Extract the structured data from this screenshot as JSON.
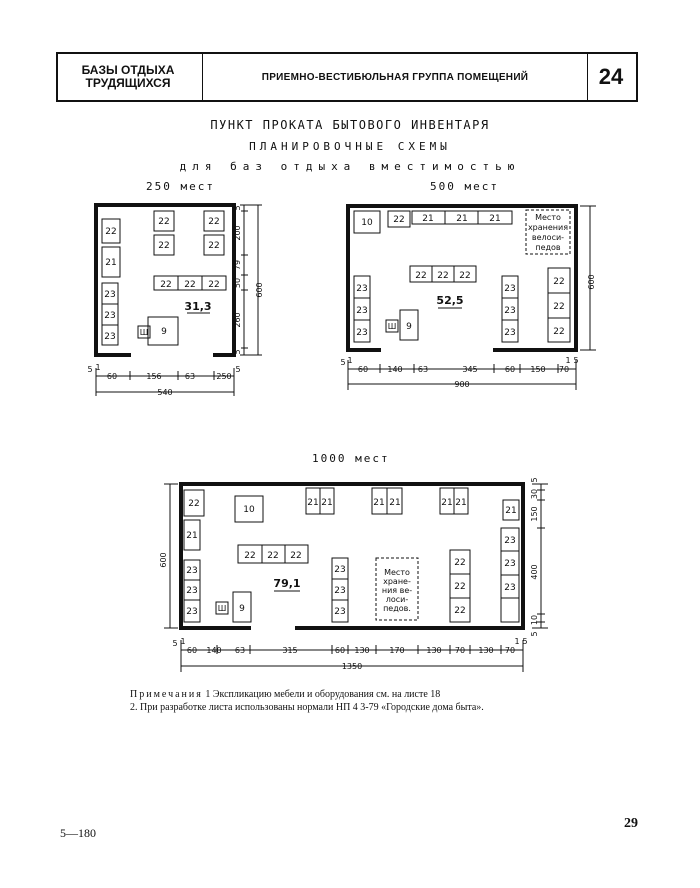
{
  "header": {
    "section_line1": "БАЗЫ ОТДЫХА",
    "section_line2": "ТРУДЯЩИХСЯ",
    "topic": "ПРИЕМНО-ВЕСТИБЮЛЬНАЯ ГРУППА ПОМЕЩЕНИЙ",
    "sheet_number": "24"
  },
  "title": {
    "line1": "ПУНКТ ПРОКАТА БЫТОВОГО ИНВЕНТАРЯ",
    "line2": "ПЛАНИРОВОЧНЫЕ СХЕМЫ",
    "line3": "для баз отдыха вместимостью"
  },
  "plans": {
    "p250": {
      "caption": "250 мест",
      "area": "31,3",
      "items": {
        "a": "22",
        "b": "22",
        "c": "22",
        "d": "22",
        "e": "22",
        "f": "21",
        "g": "22",
        "h": "22",
        "i": "22",
        "j": "23",
        "k": "23",
        "l": "23",
        "m": "9",
        "n": "Ш"
      },
      "dims_h": {
        "a": "5",
        "b": "1",
        "c": "60",
        "d": "156",
        "e": "63",
        "f": "250",
        "g": "5",
        "total": "540"
      },
      "dims_v": {
        "a": "5",
        "b": "200",
        "c": "79",
        "d": "50",
        "e": "260",
        "f": "5",
        "total": "600"
      }
    },
    "p500": {
      "caption": "500 мест",
      "area": "52,5",
      "storage_lines": [
        "Место",
        "хранения",
        "велоси-",
        "педов"
      ],
      "items": {
        "a": "10",
        "b": "22",
        "c": "21",
        "d": "21",
        "e": "21",
        "f": "22",
        "g": "22",
        "h": "22",
        "i": "23",
        "j": "23",
        "k": "23",
        "l": "23",
        "m": "23",
        "n": "23",
        "o": "22",
        "p": "22",
        "q": "22",
        "r": "9",
        "s": "Ш"
      },
      "dims_h": {
        "a": "5",
        "b": "1",
        "c": "60",
        "d": "140",
        "e": "63",
        "f": "345",
        "g": "60",
        "h": "150",
        "i": "70",
        "j": "1",
        "k": "5",
        "total": "900"
      },
      "dims_v": {
        "total": "600"
      }
    },
    "p1000": {
      "caption": "1000 мест",
      "area": "79,1",
      "storage_lines": [
        "Место",
        "хране-",
        "ния ве-",
        "лоси-",
        "педов."
      ],
      "items": {
        "a": "22",
        "b": "21",
        "c": "23",
        "d": "23",
        "e": "23",
        "f": "10",
        "g": "21",
        "h": "21",
        "i": "21",
        "j": "21",
        "k": "21",
        "l": "21",
        "m": "22",
        "n": "22",
        "o": "22",
        "p": "23",
        "q": "23",
        "r": "23",
        "s": "22",
        "t": "22",
        "u": "22",
        "v": "21",
        "w": "23",
        "x": "23",
        "y": "23",
        "z": "9",
        "sh": "Ш"
      },
      "dims_h": {
        "a": "5",
        "b": "1",
        "c": "60",
        "d": "140",
        "e": "63",
        "f": "315",
        "g": "60",
        "h": "130",
        "i": "170",
        "j": "130",
        "k": "70",
        "l": "130",
        "m": "70",
        "n": "1",
        "o": "5",
        "total": "1350"
      },
      "dims_v": {
        "a": "5",
        "b": "30",
        "c": "150",
        "d": "400",
        "e": "10",
        "f": "5",
        "total": "600"
      }
    }
  },
  "note": {
    "label": "Примечания",
    "line1": "1 Экспликацию мебели и оборудования см. на листе 18",
    "line2": "2. При разработке листа использованы нормали НП 4 3-79 «Городские дома быта»."
  },
  "footer": {
    "code": "5—180",
    "page": "29"
  }
}
